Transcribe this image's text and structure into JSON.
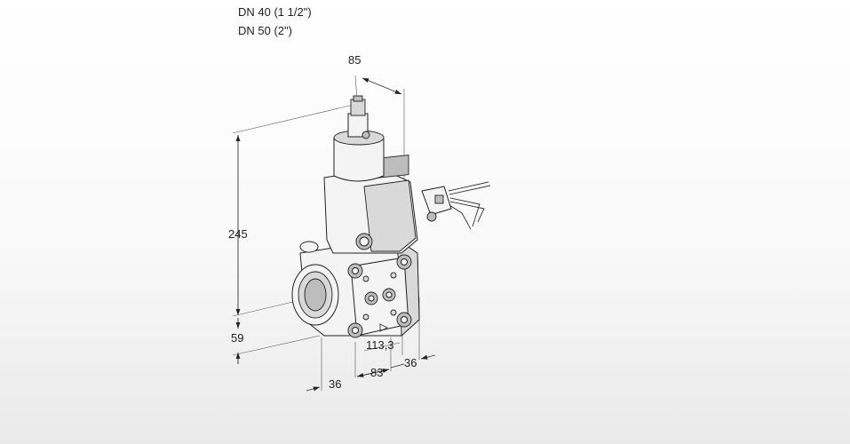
{
  "header": {
    "line1": "DN 40 (1 1/2\")",
    "line2": "DN 50 (2\")"
  },
  "dimensions": {
    "top_width": "85",
    "height_total": "245",
    "height_lower": "59",
    "depth_front": "113,3",
    "bottom_left": "36",
    "bottom_mid": "83",
    "bottom_right": "36"
  }
}
